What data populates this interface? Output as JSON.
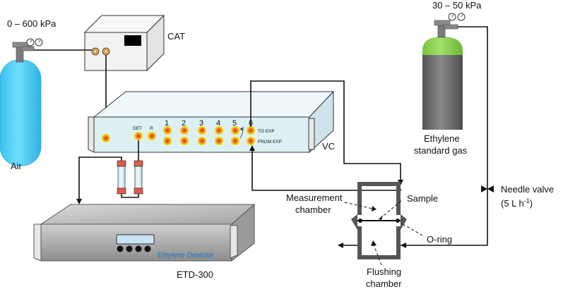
{
  "labels": {
    "air_pressure": "0 – 600 kPa",
    "air": "Air",
    "cat": "CAT",
    "vc": "VC",
    "det": "DET",
    "r": "R",
    "port_1": "1",
    "port_2": "2",
    "port_3": "3",
    "port_4": "4",
    "port_5": "5",
    "port_6": "6",
    "to_exp": "TO EXP",
    "from_exp": "FROM EXP",
    "ethylene_pressure": "30 – 50 kPa",
    "ethylene_line1": "Ethylene",
    "ethylene_line2": "standard gas",
    "needle_valve_line1": "Needle valve",
    "needle_valve_line2": "(5 L h",
    "needle_valve_sup": "-1",
    "needle_valve_close": ")",
    "measurement_line1": "Measurement",
    "measurement_line2": "chamber",
    "sample": "Sample",
    "o_ring": "O-ring",
    "flushing_line1": "Flushing",
    "flushing_line2": "chamber",
    "detector_screen": "Ethylene Detector",
    "etd": "ETD-300"
  },
  "colors": {
    "air_cylinder": "#4fd0f5",
    "ethylene_cylinder_top": "#8ad34f",
    "ethylene_cylinder_body": "#6d6d6d",
    "port_orange": "#f0802a",
    "port_inner": "#e03020",
    "port_ring": "#f5d000",
    "vc_face": "#ddf1f4",
    "detector_label": "#1f6fc0",
    "cat_box": "#f2f2f2"
  }
}
